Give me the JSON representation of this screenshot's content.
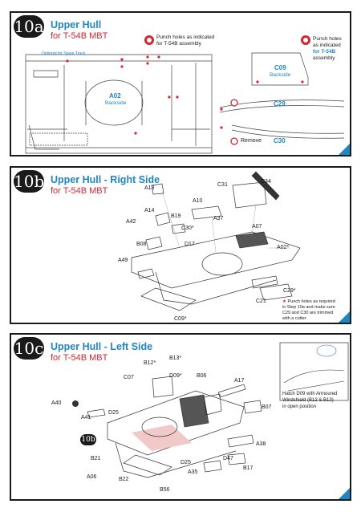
{
  "steps": [
    {
      "number": "10a",
      "title": "Upper Hull",
      "subtitle": "for T-54B MBT",
      "optional_label": "Optional for Spare Track",
      "part_main": "A02",
      "part_main_sub": "Backside",
      "note1": "Punch holes as indicated for T-54B assembly",
      "note2_lines": [
        "Punch holes",
        "as indicated",
        "for T-54B",
        "assembly"
      ],
      "c09": "C09",
      "c09_sub": "Backside",
      "c29": "C29",
      "c30": "C30",
      "remove": "Remove"
    },
    {
      "number": "10b",
      "title": "Upper Hull - Right Side",
      "subtitle": "for T-54B MBT",
      "labels": [
        "A13",
        "C31",
        "C34",
        "A10",
        "A14",
        "B19",
        "A37",
        "A42",
        "C30*",
        "A07",
        "D17",
        "B08",
        "A02*",
        "A49",
        "C29*",
        "C21",
        "C09*"
      ],
      "note_lines": [
        "Punch holes as required",
        "in Step 10a and make sure",
        "C29 and C30 are trimmed",
        "with a cutter"
      ]
    },
    {
      "number": "10c",
      "title": "Upper Hull - Left Side",
      "subtitle": "for T-54B MBT",
      "labels": [
        "B13*",
        "B12*",
        "C07",
        "D09*",
        "B06",
        "A17",
        "A40",
        "A41",
        "D25",
        "B07",
        "A38",
        "B21",
        "D47",
        "D25",
        "B17",
        "A06",
        "B22",
        "A35",
        "B56"
      ],
      "ref": "10b",
      "inset_lines": [
        "Hatch D09 with Armoured",
        "Windshield (B12 & B13)",
        "in open position"
      ]
    }
  ]
}
